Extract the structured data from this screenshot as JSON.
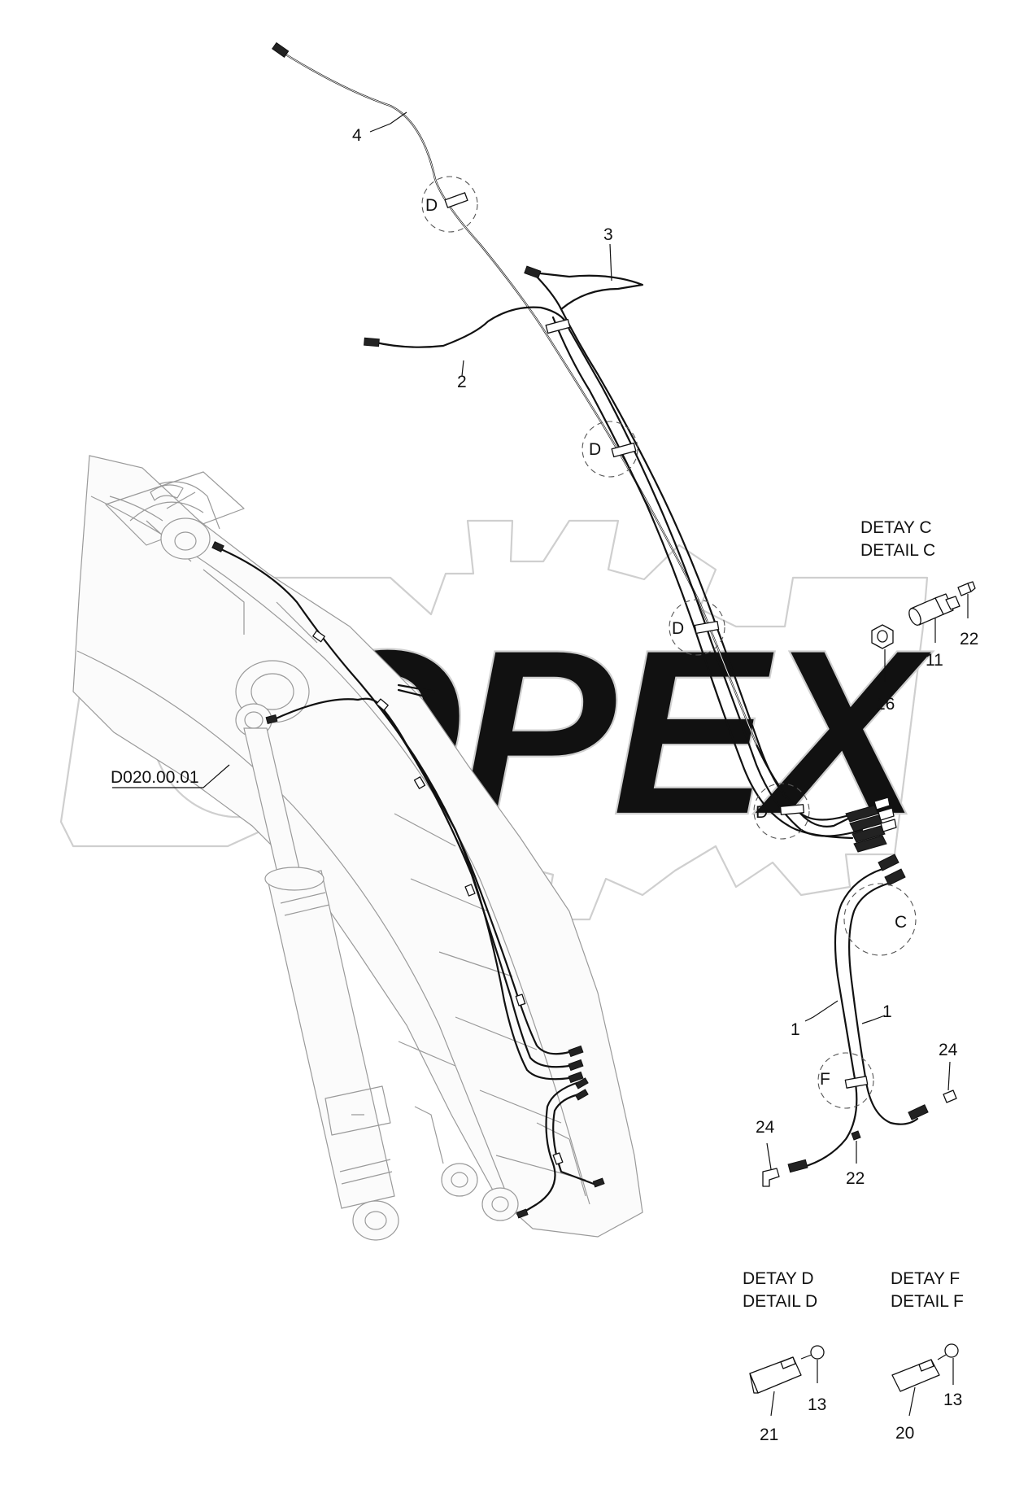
{
  "header_mark": "",
  "drawing_reference": "D020.00.01",
  "watermark_text": "OPEX",
  "detail_views": [
    {
      "id": "c",
      "line1": "DETAY C",
      "line2": "DETAIL C"
    },
    {
      "id": "d",
      "line1": "DETAY D",
      "line2": "DETAIL D"
    },
    {
      "id": "f",
      "line1": "DETAY F",
      "line2": "DETAIL F"
    }
  ],
  "detail_markers": [
    "D",
    "D",
    "D",
    "D",
    "C",
    "F"
  ],
  "callouts": [
    "4",
    "3",
    "2",
    "1",
    "1",
    "22",
    "11",
    "16",
    "24",
    "24",
    "22",
    "13",
    "21",
    "13",
    "20"
  ]
}
